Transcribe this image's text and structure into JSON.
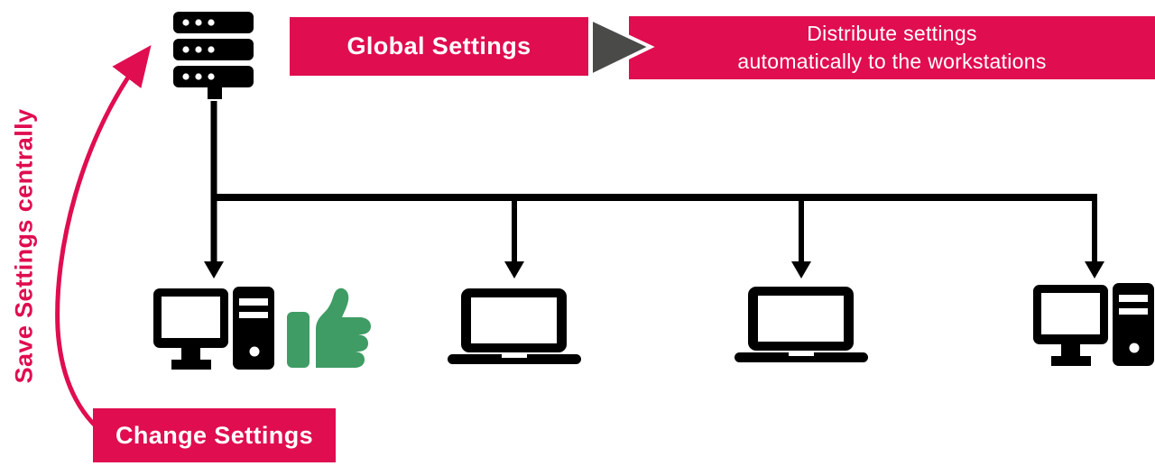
{
  "colors": {
    "accent_red": "#E00D50",
    "arrow_gray": "#4A4A48",
    "icon_black": "#000000",
    "thumb_green": "#3F9C64",
    "text_white": "#FFFFFF"
  },
  "flow": {
    "global_settings_label": "Global Settings",
    "distribute_line1": "Distribute settings",
    "distribute_line2": "automatically to the workstations"
  },
  "annotations": {
    "save_settings_label": "Save Settings centrally",
    "change_settings_label": "Change Settings"
  },
  "icons": {
    "server": "server-icon",
    "desktop_left": "desktop-workstation-icon",
    "thumbs_up": "thumbs-up-icon",
    "laptop_1": "laptop-workstation-icon",
    "laptop_2": "laptop-workstation-icon",
    "desktop_right": "desktop-workstation-icon"
  }
}
